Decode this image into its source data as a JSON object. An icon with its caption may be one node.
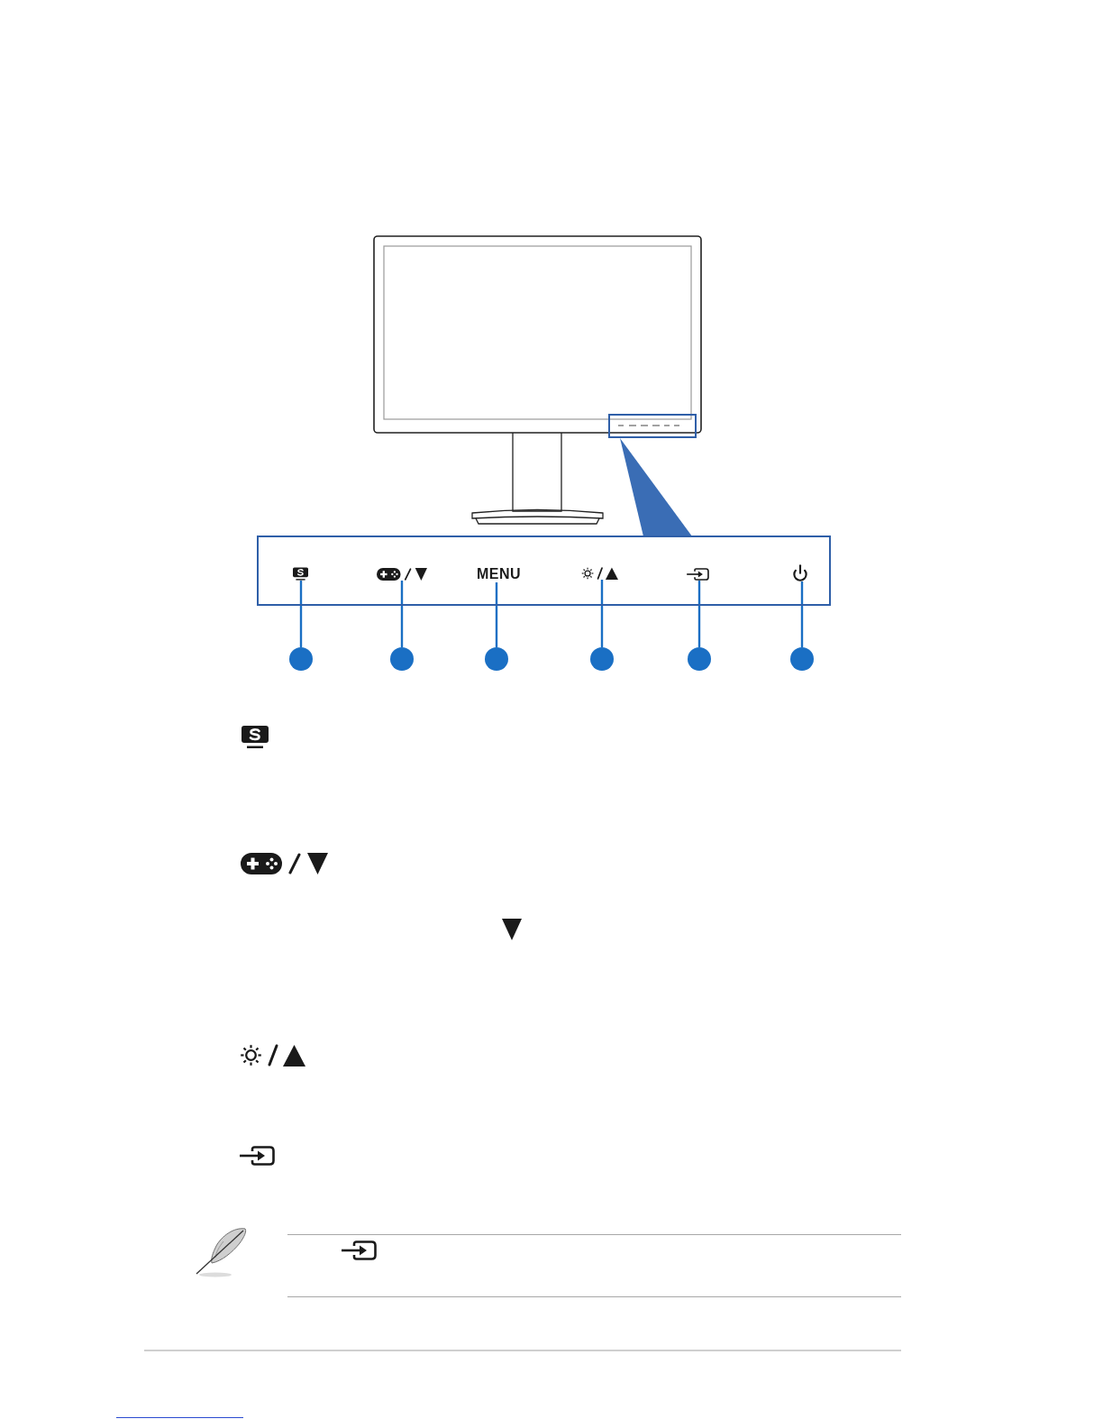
{
  "diagram": {
    "nodes": [
      {
        "text": [],
        "shape": "box"
      },
      {
        "text": [],
        "shape": "picture",
        "in": 0
      },
      {
        "text": [],
        "shape": "picture",
        "in": 0
      },
      {
        "text": [
          "MENU"
        ],
        "in": 0
      },
      {
        "text": [],
        "shape": "picture",
        "in": 0
      },
      {
        "text": [],
        "shape": "picture",
        "in": 0
      },
      {
        "text": [],
        "shape": "picture",
        "in": 0
      },
      {
        "text": [],
        "shape": "circle"
      },
      {
        "text": [],
        "shape": "circle"
      },
      {
        "text": [],
        "shape": "circle"
      },
      {
        "text": [],
        "shape": "circle"
      },
      {
        "text": [],
        "shape": "circle"
      },
      {
        "text": [],
        "shape": "circle"
      }
    ],
    "edges": [
      {
        "from": 1,
        "to": 7,
        "arrow": "none"
      },
      {
        "from": 2,
        "to": 8,
        "arrow": "none"
      },
      {
        "from": 3,
        "to": 9,
        "arrow": "none"
      },
      {
        "from": 4,
        "to": 10,
        "arrow": "none"
      },
      {
        "from": 5,
        "to": 11,
        "arrow": "none"
      },
      {
        "from": 6,
        "to": 12,
        "arrow": "none"
      }
    ]
  }
}
